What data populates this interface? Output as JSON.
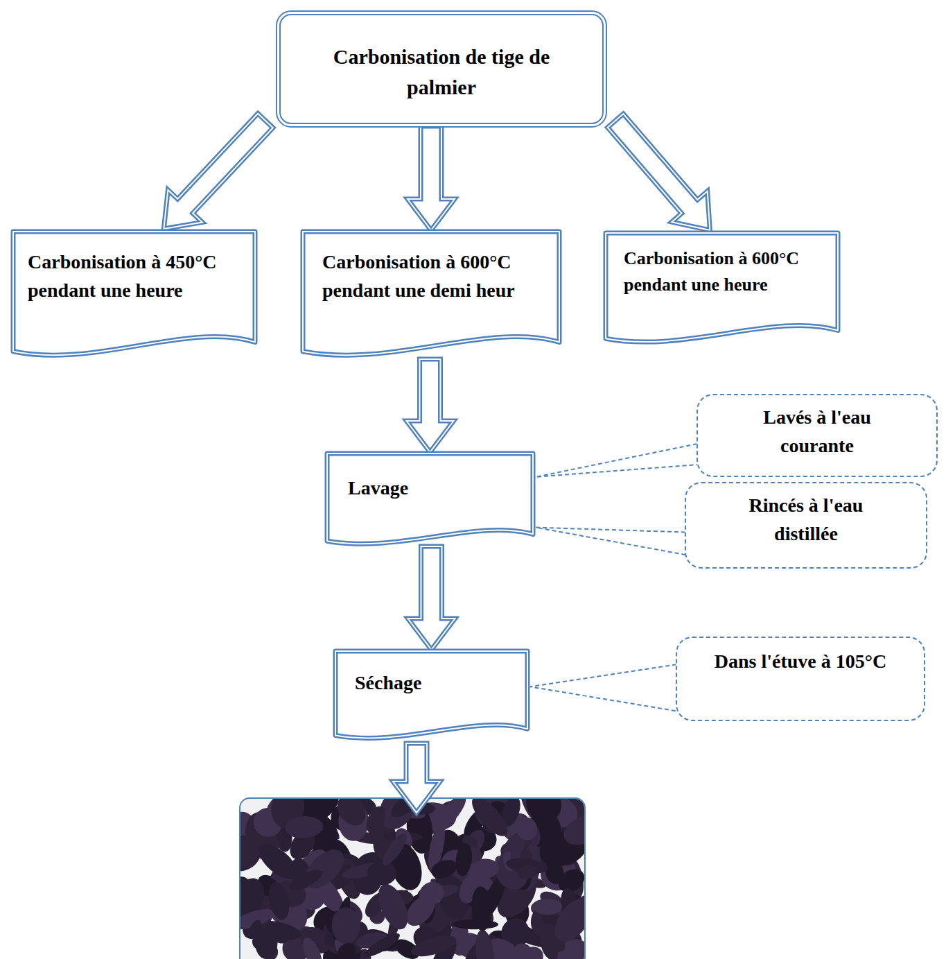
{
  "diagram": {
    "nodes": [
      {
        "text": [
          "Carbonisation de tige de palmier"
        ]
      },
      {
        "text": [
          "Carbonisation à 450°C pendant une heure"
        ]
      },
      {
        "text": [
          "Carbonisation à 600°C pendant une demi heur"
        ]
      },
      {
        "text": [
          "Carbonisation à 600°C pendant une heure"
        ]
      },
      {
        "text": [
          "Lavage"
        ]
      },
      {
        "text": [
          "Lavés à l'eau courante"
        ]
      },
      {
        "text": [
          "Rincés à l'eau distillée"
        ]
      },
      {
        "text": [
          "Séchage"
        ]
      },
      {
        "text": [
          "Dans l'étuve à 105°C"
        ]
      }
    ],
    "edges": [
      {
        "from": 0,
        "to": 1,
        "arrow": "to"
      },
      {
        "from": 0,
        "to": 2,
        "arrow": "to"
      },
      {
        "from": 0,
        "to": 3,
        "arrow": "to"
      },
      {
        "from": 2,
        "to": 4,
        "arrow": "to"
      },
      {
        "from": 4,
        "to": 7,
        "arrow": "to"
      },
      {
        "from": 4,
        "to": 5,
        "arrow": "none"
      },
      {
        "from": 4,
        "to": 6,
        "arrow": "none"
      },
      {
        "from": 7,
        "to": 8,
        "arrow": "none"
      }
    ]
  }
}
